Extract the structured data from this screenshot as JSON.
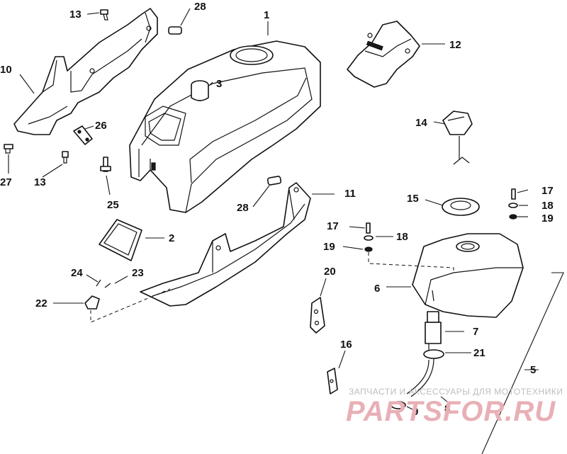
{
  "labels": {
    "l1": "1",
    "l2": "2",
    "l3": "3",
    "l5": "5",
    "l6": "6",
    "l7": "7",
    "l8": "8",
    "l9": "9",
    "l10": "10",
    "l11": "11",
    "l12": "12",
    "l13a": "13",
    "l13b": "13",
    "l14": "14",
    "l15": "15",
    "l16": "16",
    "l17a": "17",
    "l17b": "17",
    "l18a": "18",
    "l18b": "18",
    "l19a": "19",
    "l19b": "19",
    "l20": "20",
    "l21": "21",
    "l22": "22",
    "l23": "23",
    "l24": "24",
    "l25": "25",
    "l26": "26",
    "l27": "27",
    "l28a": "28",
    "l28b": "28"
  },
  "watermark": {
    "top": "ЗАПЧАСТИ И АКСЕССУАРЫ ДЛЯ МОТОТЕХНИКИ",
    "logo": "PARTSFOR.RU"
  }
}
